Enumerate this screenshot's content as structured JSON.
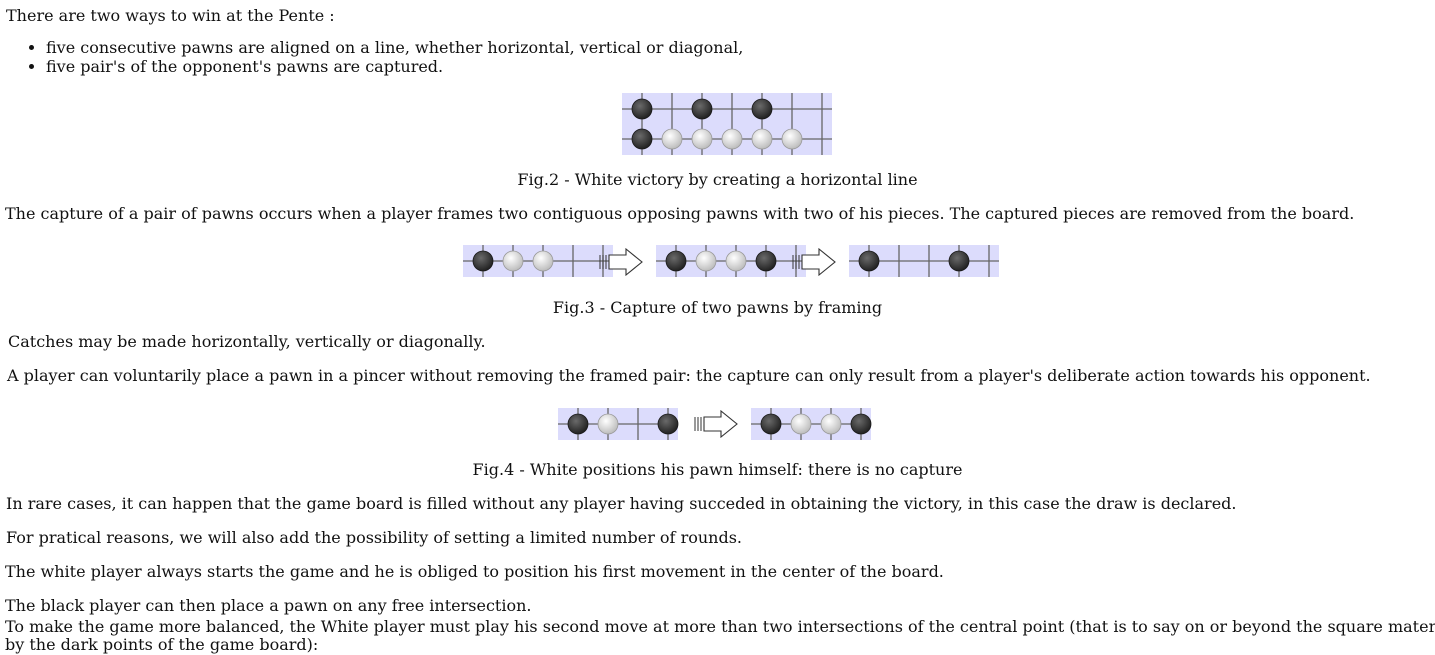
{
  "intro": "There are two ways to win at the Pente :",
  "win_ways": [
    "five consecutive pawns are aligned on a line, whether horizontal, vertical or diagonal,",
    "five pair's of the opponent's pawns are captured."
  ],
  "fig2": {
    "caption": "Fig.2 - White victory by creating a horizontal line",
    "rows": [
      [
        "black",
        "",
        "black",
        "",
        "black",
        "",
        ""
      ],
      [
        "black",
        "white",
        "white",
        "white",
        "white",
        "white",
        ""
      ]
    ]
  },
  "capture_text": "The capture of a pair of pawns occurs when a player frames two contiguous opposing pawns with two of his pieces. The captured pieces are removed from the board.",
  "fig3": {
    "caption": "Fig.3 - Capture of two pawns by framing",
    "boards": [
      [
        "black",
        "white",
        "white",
        "",
        ""
      ],
      [
        "black",
        "white",
        "white",
        "black",
        ""
      ],
      [
        "black",
        "",
        "",
        "black",
        ""
      ]
    ]
  },
  "catches_text": "Catches may be made horizontally, vertically or diagonally.",
  "voluntary_text": "A player can voluntarily place a pawn in a pincer without removing the framed pair: the capture can only result from a player's deliberate action towards his opponent.",
  "fig4": {
    "caption": "Fig.4 - White positions his pawn himself: there is no capture",
    "boards": [
      [
        "black",
        "white",
        "",
        "black"
      ],
      [
        "black",
        "white",
        "white",
        "black"
      ]
    ]
  },
  "draw_text": "In rare cases, it can happen that the game board is filled without any player having succeded in obtaining the victory, in this case the draw is declared.",
  "rounds_text": "For pratical reasons, we will also add the possibility of setting a limited number of rounds.",
  "white_start_text": "The white player always starts the game and he is obliged to position his first movement in the center of the board.",
  "black_text": "The black player can then place a pawn on any free intersection.",
  "balance_text_1": "To make the game more balanced, the White player must play his second move at more than two intersections of the central point (that is to say on or beyond the square materialized",
  "balance_text_2": "by the dark points of the game board):",
  "colors": {
    "board_bg": "#dcdcfc",
    "grid": "#666666",
    "black_stone": "#333333",
    "white_stone": "#f4f4f4"
  }
}
